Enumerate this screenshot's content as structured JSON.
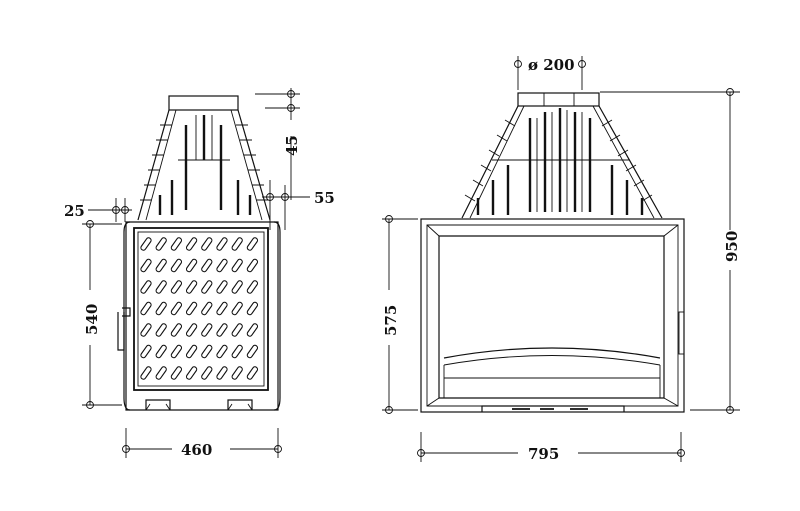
{
  "dimensions": {
    "flue_diameter": "ø 200",
    "side_collar_height": "45",
    "side_offset_top": "25",
    "side_offset_right": "55",
    "side_door_height": "540",
    "side_depth": "460",
    "front_total_height": "950",
    "front_door_height": "575",
    "front_width": "795"
  },
  "colors": {
    "line": "#111111",
    "background": "#ffffff"
  }
}
